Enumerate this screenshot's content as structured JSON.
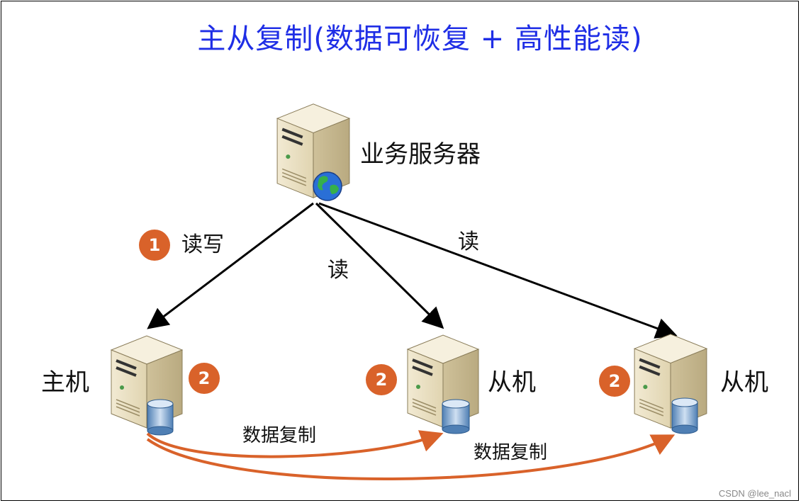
{
  "title": "主从复制(数据可恢复 + 高性能读)",
  "nodes": {
    "business": "业务服务器",
    "master": "主机",
    "slave1": "从机",
    "slave2": "从机"
  },
  "edges": {
    "read_write": "读写",
    "read1": "读",
    "read2": "读",
    "copy1": "数据复制",
    "copy2": "数据复制"
  },
  "badges": {
    "step1": "1",
    "step2_master": "2",
    "step2_slave1": "2",
    "step2_slave2": "2"
  },
  "watermark": "CSDN @lee_nacl",
  "colors": {
    "title": "#1f2ee6",
    "badge": "#d9622a",
    "copy_arrow": "#d9622a",
    "arrow": "#000000"
  }
}
